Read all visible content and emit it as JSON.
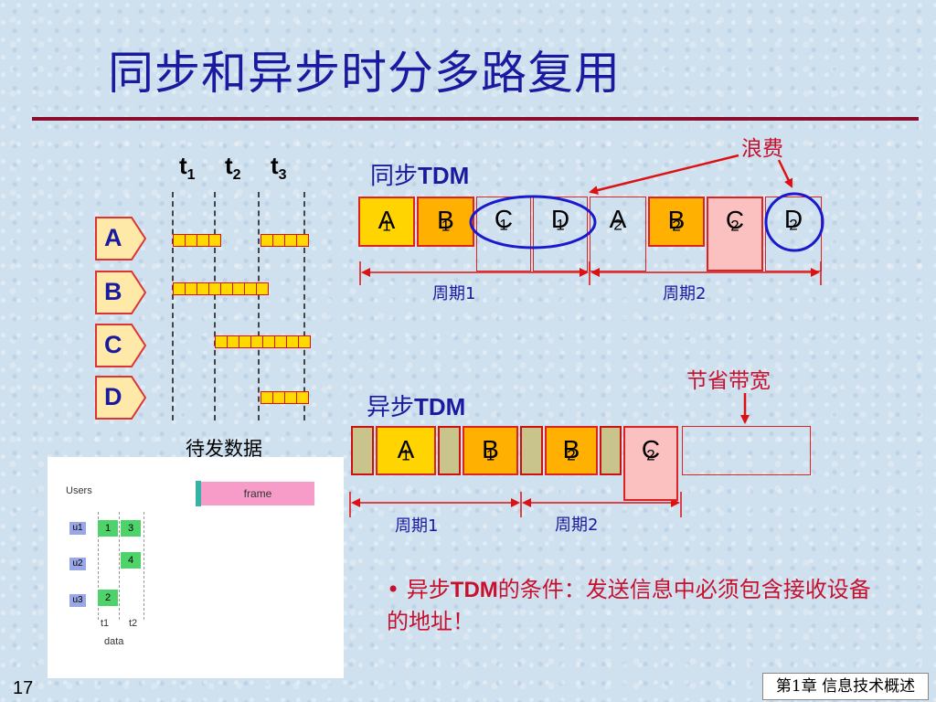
{
  "title": "同步和异步时分多路复用",
  "time_labels": [
    {
      "t": "t",
      "sub": "1"
    },
    {
      "t": "t",
      "sub": "2"
    },
    {
      "t": "t",
      "sub": "3"
    }
  ],
  "sources": [
    "A",
    "B",
    "C",
    "D"
  ],
  "pending_caption": "待发数据",
  "sync": {
    "title_cn": "同步",
    "title_en": "TDM",
    "slots": [
      {
        "letter": "A",
        "sub": "1"
      },
      {
        "letter": "B",
        "sub": "1"
      },
      {
        "letter": "C",
        "sub": "1"
      },
      {
        "letter": "D",
        "sub": "1"
      },
      {
        "letter": "A",
        "sub": "2"
      },
      {
        "letter": "B",
        "sub": "2"
      },
      {
        "letter": "C",
        "sub": "2"
      },
      {
        "letter": "D",
        "sub": "2"
      }
    ],
    "waste_label": "浪费",
    "period1": "周期1",
    "period2": "周期2"
  },
  "async": {
    "title_cn": "异步",
    "title_en": "TDM",
    "slots": [
      {
        "letter": "A",
        "sub": "1"
      },
      {
        "letter": "B",
        "sub": "1"
      },
      {
        "letter": "B",
        "sub": "2"
      },
      {
        "letter": "C",
        "sub": "2"
      }
    ],
    "save_label": "节省带宽",
    "period1": "周期1",
    "period2": "周期2"
  },
  "inset": {
    "users_label": "Users",
    "frame_label": "frame",
    "rows": [
      "u1",
      "u2",
      "u3"
    ],
    "cells": [
      "1",
      "3",
      "4",
      "2"
    ],
    "x_labels": [
      "t1",
      "t2"
    ],
    "x_title": "data"
  },
  "note": {
    "bullet": "•",
    "part1": "异步",
    "part2": "TDM",
    "part3": "的条件：发送信息中必须包含接收设备的地址！"
  },
  "page_number": "17",
  "chapter": "第1章 信息技术概述",
  "colors": {
    "title_blue": "#1a1aa0",
    "accent_red": "#c8102e",
    "slot_yellow": "#ffd400",
    "slot_orange": "#ffb000",
    "slot_pink": "#fbc0c0",
    "ellipse_blue": "#1a1acc"
  }
}
